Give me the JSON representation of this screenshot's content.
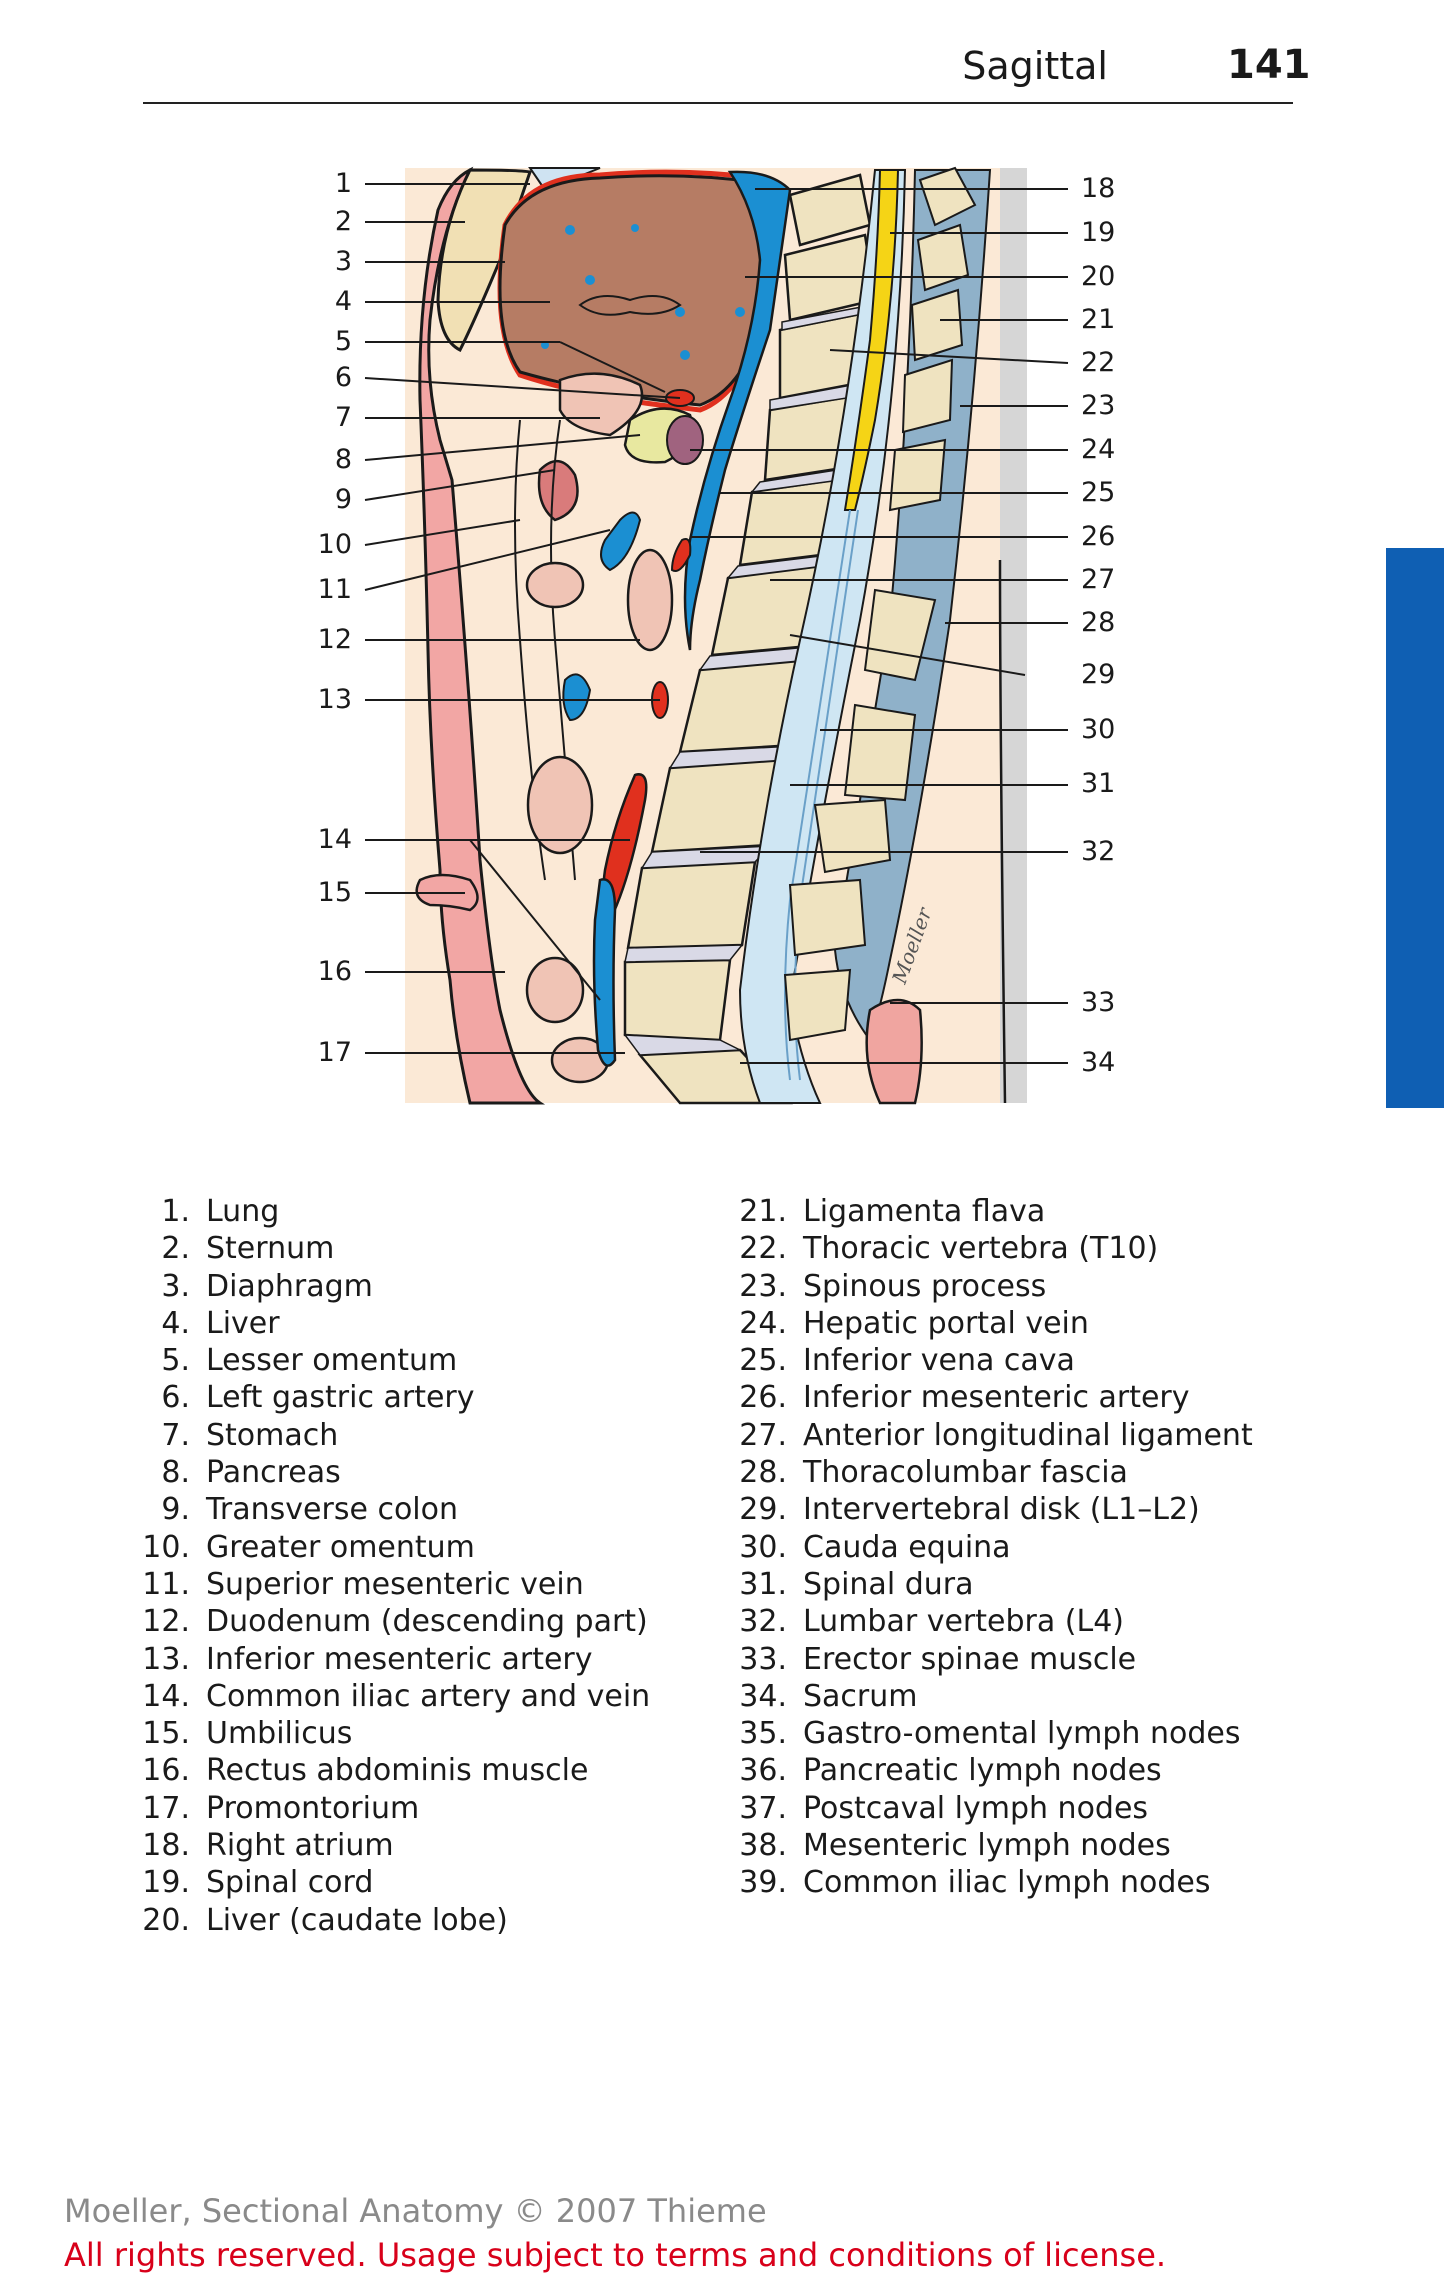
{
  "header": {
    "title": "Sagittal",
    "page_number": "141"
  },
  "figure": {
    "left_labels": [
      "1",
      "2",
      "3",
      "4",
      "5",
      "6",
      "7",
      "8",
      "9",
      "10",
      "11",
      "12",
      "13",
      "14",
      "15",
      "16",
      "17"
    ],
    "right_labels": [
      "18",
      "19",
      "20",
      "21",
      "22",
      "23",
      "24",
      "25",
      "26",
      "27",
      "28",
      "29",
      "30",
      "31",
      "32",
      "33",
      "34"
    ],
    "signature": "Moeller"
  },
  "legend_col1": [
    {
      "num": "1.",
      "text": "Lung"
    },
    {
      "num": "2.",
      "text": "Sternum"
    },
    {
      "num": "3.",
      "text": "Diaphragm"
    },
    {
      "num": "4.",
      "text": "Liver"
    },
    {
      "num": "5.",
      "text": "Lesser omentum"
    },
    {
      "num": "6.",
      "text": "Left gastric artery"
    },
    {
      "num": "7.",
      "text": "Stomach"
    },
    {
      "num": "8.",
      "text": "Pancreas"
    },
    {
      "num": "9.",
      "text": "Transverse colon"
    },
    {
      "num": "10.",
      "text": "Greater omentum"
    },
    {
      "num": "11.",
      "text": "Superior mesenteric vein"
    },
    {
      "num": "12.",
      "text": "Duodenum (descending part)"
    },
    {
      "num": "13.",
      "text": "Inferior mesenteric artery"
    },
    {
      "num": "14.",
      "text": "Common iliac artery and vein"
    },
    {
      "num": "15.",
      "text": "Umbilicus"
    },
    {
      "num": "16.",
      "text": "Rectus abdominis muscle"
    },
    {
      "num": "17.",
      "text": "Promontorium"
    },
    {
      "num": "18.",
      "text": "Right atrium"
    },
    {
      "num": "19.",
      "text": "Spinal cord"
    },
    {
      "num": "20.",
      "text": "Liver (caudate lobe)"
    }
  ],
  "legend_col2": [
    {
      "num": "21.",
      "text": "Ligamenta flava"
    },
    {
      "num": "22.",
      "text": "Thoracic vertebra (T10)"
    },
    {
      "num": "23.",
      "text": "Spinous process"
    },
    {
      "num": "24.",
      "text": "Hepatic portal vein"
    },
    {
      "num": "25.",
      "text": "Inferior vena cava"
    },
    {
      "num": "26.",
      "text": "Inferior mesenteric artery"
    },
    {
      "num": "27.",
      "text": "Anterior longitudinal ligament"
    },
    {
      "num": "28.",
      "text": "Thoracolumbar fascia"
    },
    {
      "num": "29.",
      "text": "Intervertebral disk (L1–L2)"
    },
    {
      "num": "30.",
      "text": "Cauda equina"
    },
    {
      "num": "31.",
      "text": "Spinal dura"
    },
    {
      "num": "32.",
      "text": "Lumbar vertebra (L4)"
    },
    {
      "num": "33.",
      "text": "Erector spinae muscle"
    },
    {
      "num": "34.",
      "text": "Sacrum"
    },
    {
      "num": "35.",
      "text": "Gastro-omental lymph nodes"
    },
    {
      "num": "36.",
      "text": "Pancreatic lymph nodes"
    },
    {
      "num": "37.",
      "text": "Postcaval lymph nodes"
    },
    {
      "num": "38.",
      "text": "Mesenteric lymph nodes"
    },
    {
      "num": "39.",
      "text": "Common iliac lymph nodes"
    }
  ],
  "footer": {
    "copyright": "Moeller, Sectional Anatomy © 2007 Thieme",
    "rights": "All rights reserved. Usage subject to terms and conditions of license."
  },
  "colors": {
    "tab": "#0f5fb3",
    "background_tissue": "#fbe9d6",
    "liver": "#b67c64",
    "vein": "#1b8fd2",
    "artery": "#e0301e",
    "spinal_cord": "#f5d416",
    "bone": "#efe3c0",
    "muscle": "#f0a5a0",
    "csf": "#cfe6f3",
    "fascia": "#8fb1c9",
    "rights_text": "#d8001a"
  }
}
